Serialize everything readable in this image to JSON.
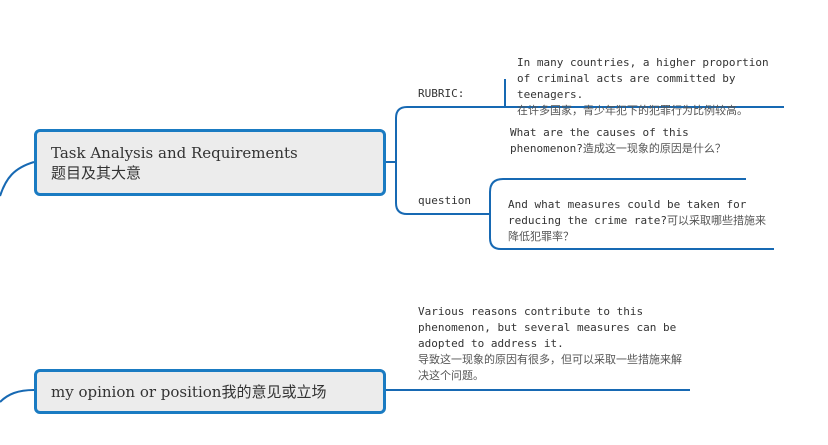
{
  "colors": {
    "line": "#1769b3",
    "topic_border": "#1a7bc2",
    "topic_fill": "#ececec"
  },
  "topics": {
    "task": {
      "title": "Task Analysis and Requirements",
      "subtitle": "题目及其大意"
    },
    "opinion": {
      "title": "my opinion or position",
      "subtitle": "我的意见或立场"
    }
  },
  "branches": {
    "rubric": "RUBRIC:",
    "question": "question"
  },
  "notes": {
    "rubric": {
      "en": "In many countries, a higher proportion of criminal acts are committed by teenagers.",
      "cn": "在许多国家，青少年犯下的犯罪行为比例较高。"
    },
    "question1": {
      "en": "What are the causes of this phenomenon?",
      "cn": "造成这一现象的原因是什么？"
    },
    "question2": {
      "en": "And what measures could be taken for reducing the crime rate?",
      "cn": "可以采取哪些措施来降低犯罪率？"
    },
    "opinion": {
      "en": "Various reasons contribute to this phenomenon, but several measures can be adopted to address it.",
      "cn": "导致这一现象的原因有很多，但可以采取一些措施来解决这个问题。"
    }
  }
}
